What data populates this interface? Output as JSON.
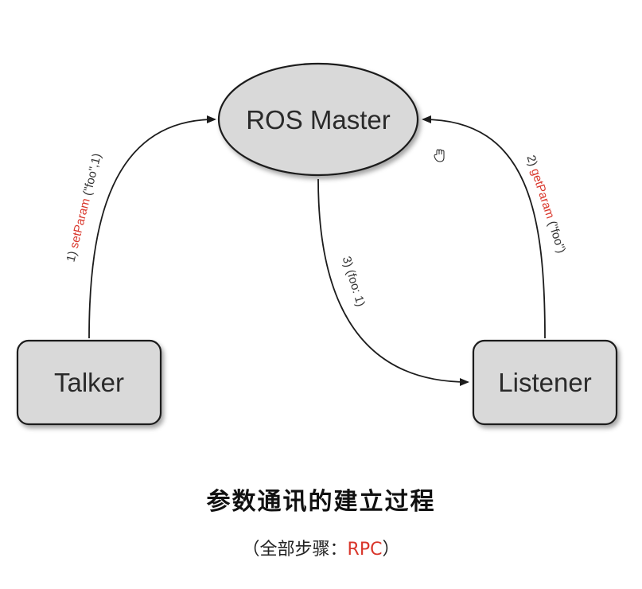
{
  "diagram": {
    "nodes": {
      "master": {
        "label": "ROS Master"
      },
      "talker": {
        "label": "Talker"
      },
      "listener": {
        "label": "Listener"
      }
    },
    "edges": {
      "set_param": {
        "step": "1) ",
        "method": "setParam",
        "args": " (\"foo\",1)"
      },
      "get_param": {
        "step": "2) ",
        "method": "getParam",
        "args": " (\"foo\")"
      },
      "reply": {
        "text": "3) (foo: 1)"
      }
    },
    "colors": {
      "method_accent": "#d9362b",
      "node_fill": "#d9d9d9",
      "stroke": "#1c1c1c"
    }
  },
  "caption": {
    "title": "参数通讯的建立过程",
    "subtitle_prefix": "（全部步骤：",
    "subtitle_accent": "RPC",
    "subtitle_suffix": "）"
  },
  "cursor": {
    "icon": "hand-cursor-icon"
  }
}
